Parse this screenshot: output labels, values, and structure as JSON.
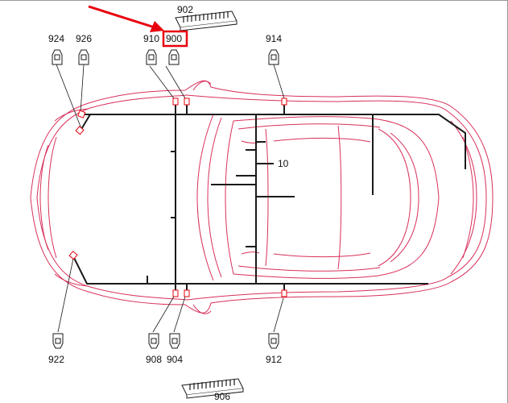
{
  "labels": {
    "c902": "902",
    "c910": "910",
    "c900": "900",
    "c914": "914",
    "c924": "924",
    "c926": "926",
    "c922": "922",
    "c908": "908",
    "c904": "904",
    "c912": "912",
    "c906": "906",
    "wire10": "10"
  },
  "highlight": {
    "connector": "900",
    "color": "#e8000d"
  },
  "colors": {
    "car_outline": "#d8305a",
    "harness": "#1a1a1a",
    "connector_marker": "#e8000d"
  }
}
